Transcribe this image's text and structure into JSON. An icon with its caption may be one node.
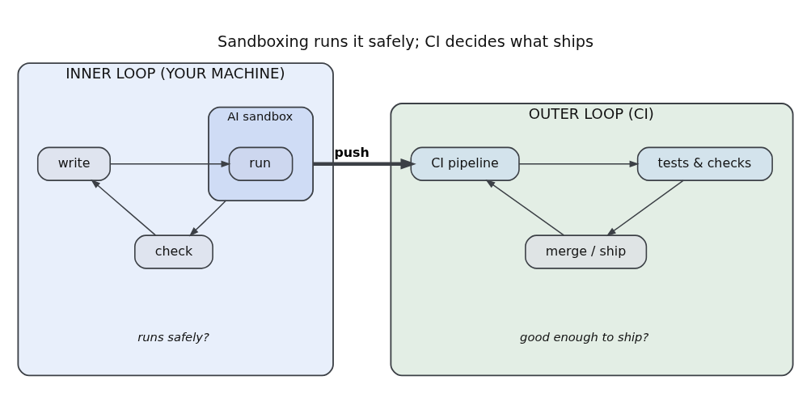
{
  "diagram": {
    "title": "Sandboxing runs it safely; CI decides what ships",
    "nodes": [
      {
        "text": [
          "INNER LOOP (YOUR MACHINE)",
          "runs safely?"
        ]
      },
      {
        "text": [
          "write"
        ],
        "in": 0
      },
      {
        "text": [
          "AI sandbox"
        ],
        "in": 0
      },
      {
        "text": [
          "run"
        ],
        "in": 2
      },
      {
        "text": [
          "check"
        ],
        "in": 0
      },
      {
        "text": [
          "OUTER LOOP (CI)",
          "good enough to ship?"
        ]
      },
      {
        "text": [
          "CI pipeline"
        ],
        "in": 5
      },
      {
        "text": [
          "tests & checks"
        ],
        "in": 5
      },
      {
        "text": [
          "merge / ship"
        ],
        "in": 5
      }
    ],
    "edges": [
      {
        "from": 1,
        "to": 3,
        "arrow": "to"
      },
      {
        "from": 2,
        "to": 4,
        "arrow": "to"
      },
      {
        "from": 4,
        "to": 1,
        "arrow": "to"
      },
      {
        "from": 2,
        "to": 6,
        "arrow": "to",
        "label": "push",
        "style": "thick"
      },
      {
        "from": 6,
        "to": 7,
        "arrow": "to"
      },
      {
        "from": 7,
        "to": 8,
        "arrow": "to"
      },
      {
        "from": 8,
        "to": 6,
        "arrow": "to"
      }
    ]
  }
}
